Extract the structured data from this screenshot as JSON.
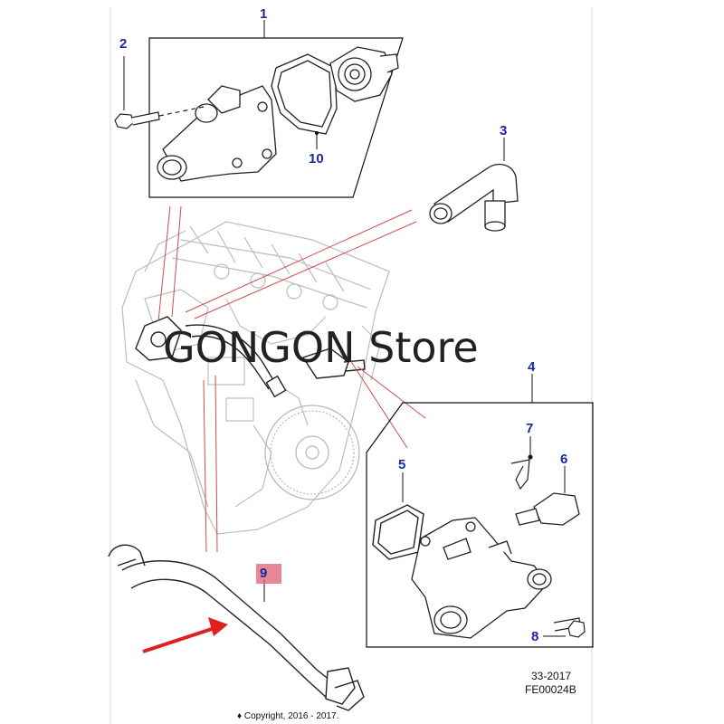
{
  "watermark": "GONGON  Store",
  "callouts": {
    "c1": "1",
    "c2": "2",
    "c3": "3",
    "c4": "4",
    "c5": "5",
    "c6": "6",
    "c7": "7",
    "c8": "8",
    "c9": "9",
    "c10": "10"
  },
  "reference": {
    "line1": "33-2017",
    "line2": "FE00024B"
  },
  "copyright": "♦ Copyright, 2016 - 2017.",
  "colors": {
    "callout": "#1a2a9e",
    "leader": "#d24a4a",
    "arrow": "#e02020",
    "highlight": "#e06070"
  }
}
